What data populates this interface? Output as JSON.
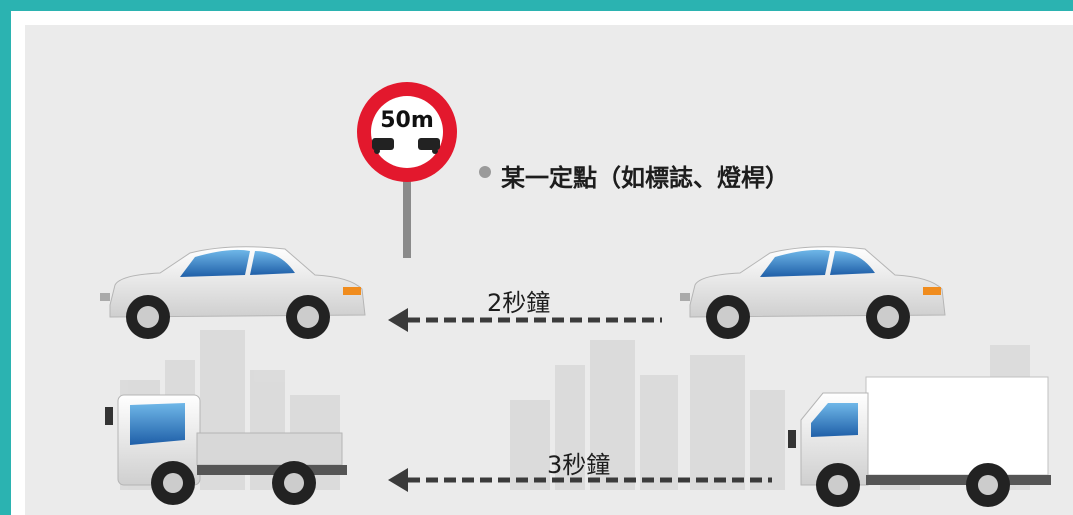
{
  "sign": {
    "text": "50m"
  },
  "point_label": "某一定點（如標誌、燈桿）",
  "arrows": [
    {
      "label": "2秒鐘"
    },
    {
      "label": "3秒鐘"
    }
  ],
  "colors": {
    "border": "#2bb3b1",
    "sign_ring": "#e3182d",
    "arrow": "#3b3b3b",
    "window": "#2a7fc4"
  },
  "icons": [
    "sign-icon",
    "car-icon",
    "truck-icon",
    "box-truck-icon",
    "city-skyline"
  ]
}
